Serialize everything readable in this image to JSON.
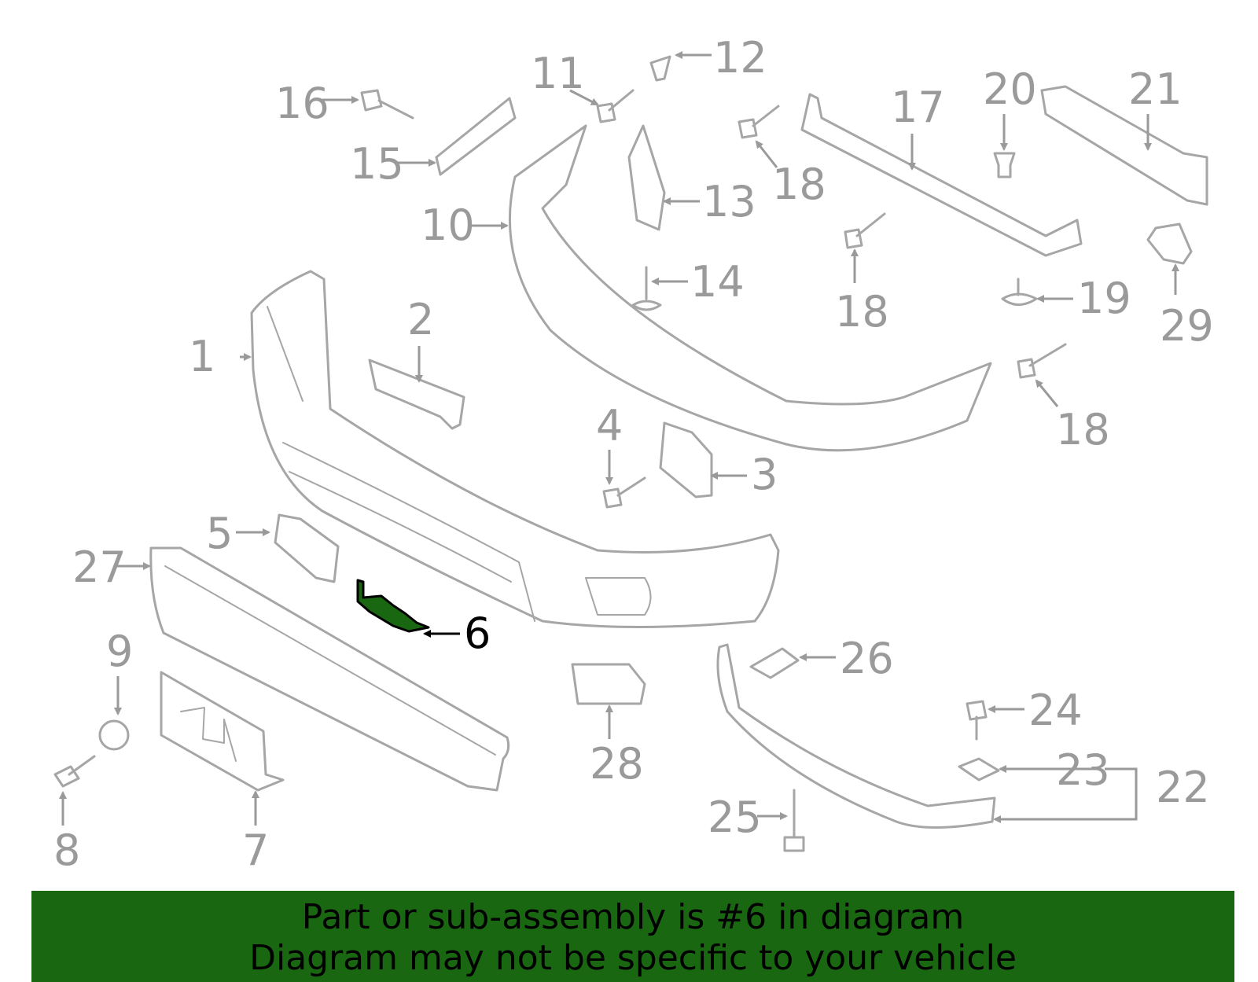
{
  "diagram": {
    "highlight_part": "6",
    "highlight_color": "#1a6712",
    "callouts": [
      "1",
      "2",
      "3",
      "4",
      "5",
      "6",
      "7",
      "8",
      "9",
      "10",
      "11",
      "12",
      "13",
      "14",
      "15",
      "16",
      "17",
      "18",
      "18",
      "18",
      "19",
      "20",
      "21",
      "22",
      "23",
      "24",
      "25",
      "26",
      "27",
      "28",
      "29"
    ]
  },
  "banner": {
    "line1": "Part or sub-assembly is #6 in diagram",
    "line2": "Diagram may not be specific to your vehicle",
    "background": "#1a6712"
  }
}
